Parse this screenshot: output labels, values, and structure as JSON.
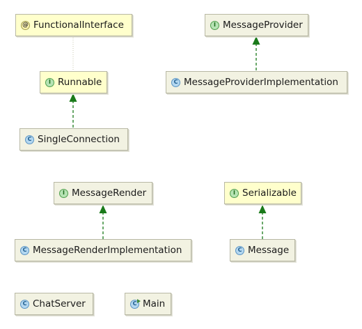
{
  "nodes": {
    "functional_interface": {
      "label": "FunctionalInterface",
      "kind": "annotation",
      "glyph": "@"
    },
    "message_provider": {
      "label": "MessageProvider",
      "kind": "interface",
      "glyph": "I"
    },
    "runnable": {
      "label": "Runnable",
      "kind": "interface",
      "glyph": "I"
    },
    "message_provider_impl": {
      "label": "MessageProviderImplementation",
      "kind": "class",
      "glyph": "C"
    },
    "single_connection": {
      "label": "SingleConnection",
      "kind": "class",
      "glyph": "C"
    },
    "message_render": {
      "label": "MessageRender",
      "kind": "interface",
      "glyph": "I"
    },
    "serializable": {
      "label": "Serializable",
      "kind": "interface",
      "glyph": "I"
    },
    "message_render_impl": {
      "label": "MessageRenderImplementation",
      "kind": "class",
      "glyph": "C"
    },
    "message": {
      "label": "Message",
      "kind": "class",
      "glyph": "C"
    },
    "chat_server": {
      "label": "ChatServer",
      "kind": "class",
      "glyph": "C"
    },
    "main": {
      "label": "Main",
      "kind": "runnable-class",
      "glyph": "C"
    }
  },
  "edges": [
    {
      "from": "single_connection",
      "to": "runnable",
      "type": "implements"
    },
    {
      "from": "message_provider_impl",
      "to": "message_provider",
      "type": "implements"
    },
    {
      "from": "message_render_impl",
      "to": "message_render",
      "type": "implements"
    },
    {
      "from": "message",
      "to": "serializable",
      "type": "implements"
    },
    {
      "from": "runnable",
      "to": "functional_interface",
      "type": "annotated-by"
    }
  ],
  "colors": {
    "class_fill": "#f2f2e2",
    "interface_fill": "#ffffcc",
    "implements_arrow": "#1a7a1a",
    "annotation_link": "#c8c8b0"
  }
}
